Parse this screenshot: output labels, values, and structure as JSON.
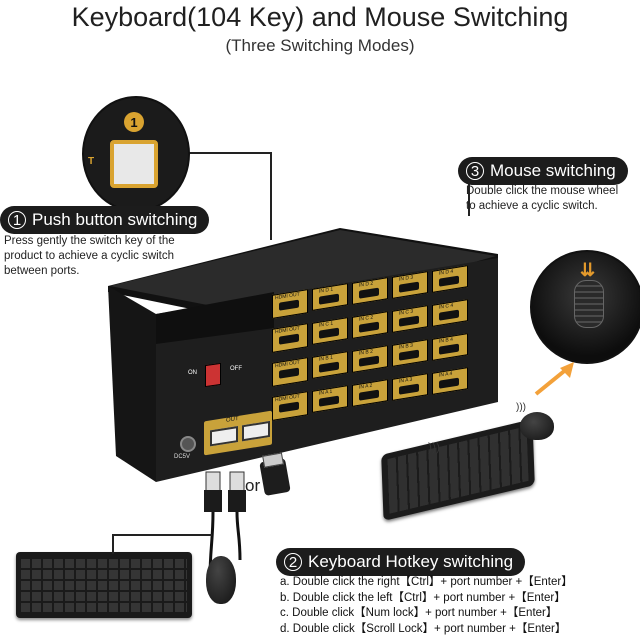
{
  "header": {
    "title": "Keyboard(104 Key) and Mouse Switching",
    "subtitle": "(Three Switching Modes)"
  },
  "modes": {
    "push": {
      "number": "①",
      "label": "Push button switching",
      "desc": [
        "Press gently the switch key of the",
        "product to achieve a cyclic switch",
        "between ports."
      ]
    },
    "mouse": {
      "number": "③",
      "label": "Mouse switching",
      "desc": [
        "Double click the mouse wheel",
        "to achieve a cyclic switch."
      ]
    },
    "hotkey": {
      "number": "②",
      "label": "Keyboard Hotkey switching",
      "lines": [
        "a. Double click the right【Ctrl】+ port number +【Enter】",
        "b. Double click the left【Ctrl】+ port number +【Enter】",
        "c. Double click【Num lock】+ port number +【Enter】",
        "d. Double click【Scroll Lock】+ port number +【Enter】"
      ]
    }
  },
  "device": {
    "button_number": "1",
    "t_label": "T",
    "on_label": "ON",
    "off_label": "OFF",
    "dc_label": "DC5V",
    "usb_out": "OUT",
    "hdmi_out": "HDMI OUT",
    "or_label": "or",
    "port_labels": [
      "IN D",
      "IN C",
      "IN B",
      "IN A"
    ],
    "port_numbers": [
      "1",
      "2",
      "3",
      "4"
    ]
  },
  "colors": {
    "accent": "#c9a23a",
    "device_body": "#1d1d1d",
    "pill": "#1c1c1c"
  }
}
